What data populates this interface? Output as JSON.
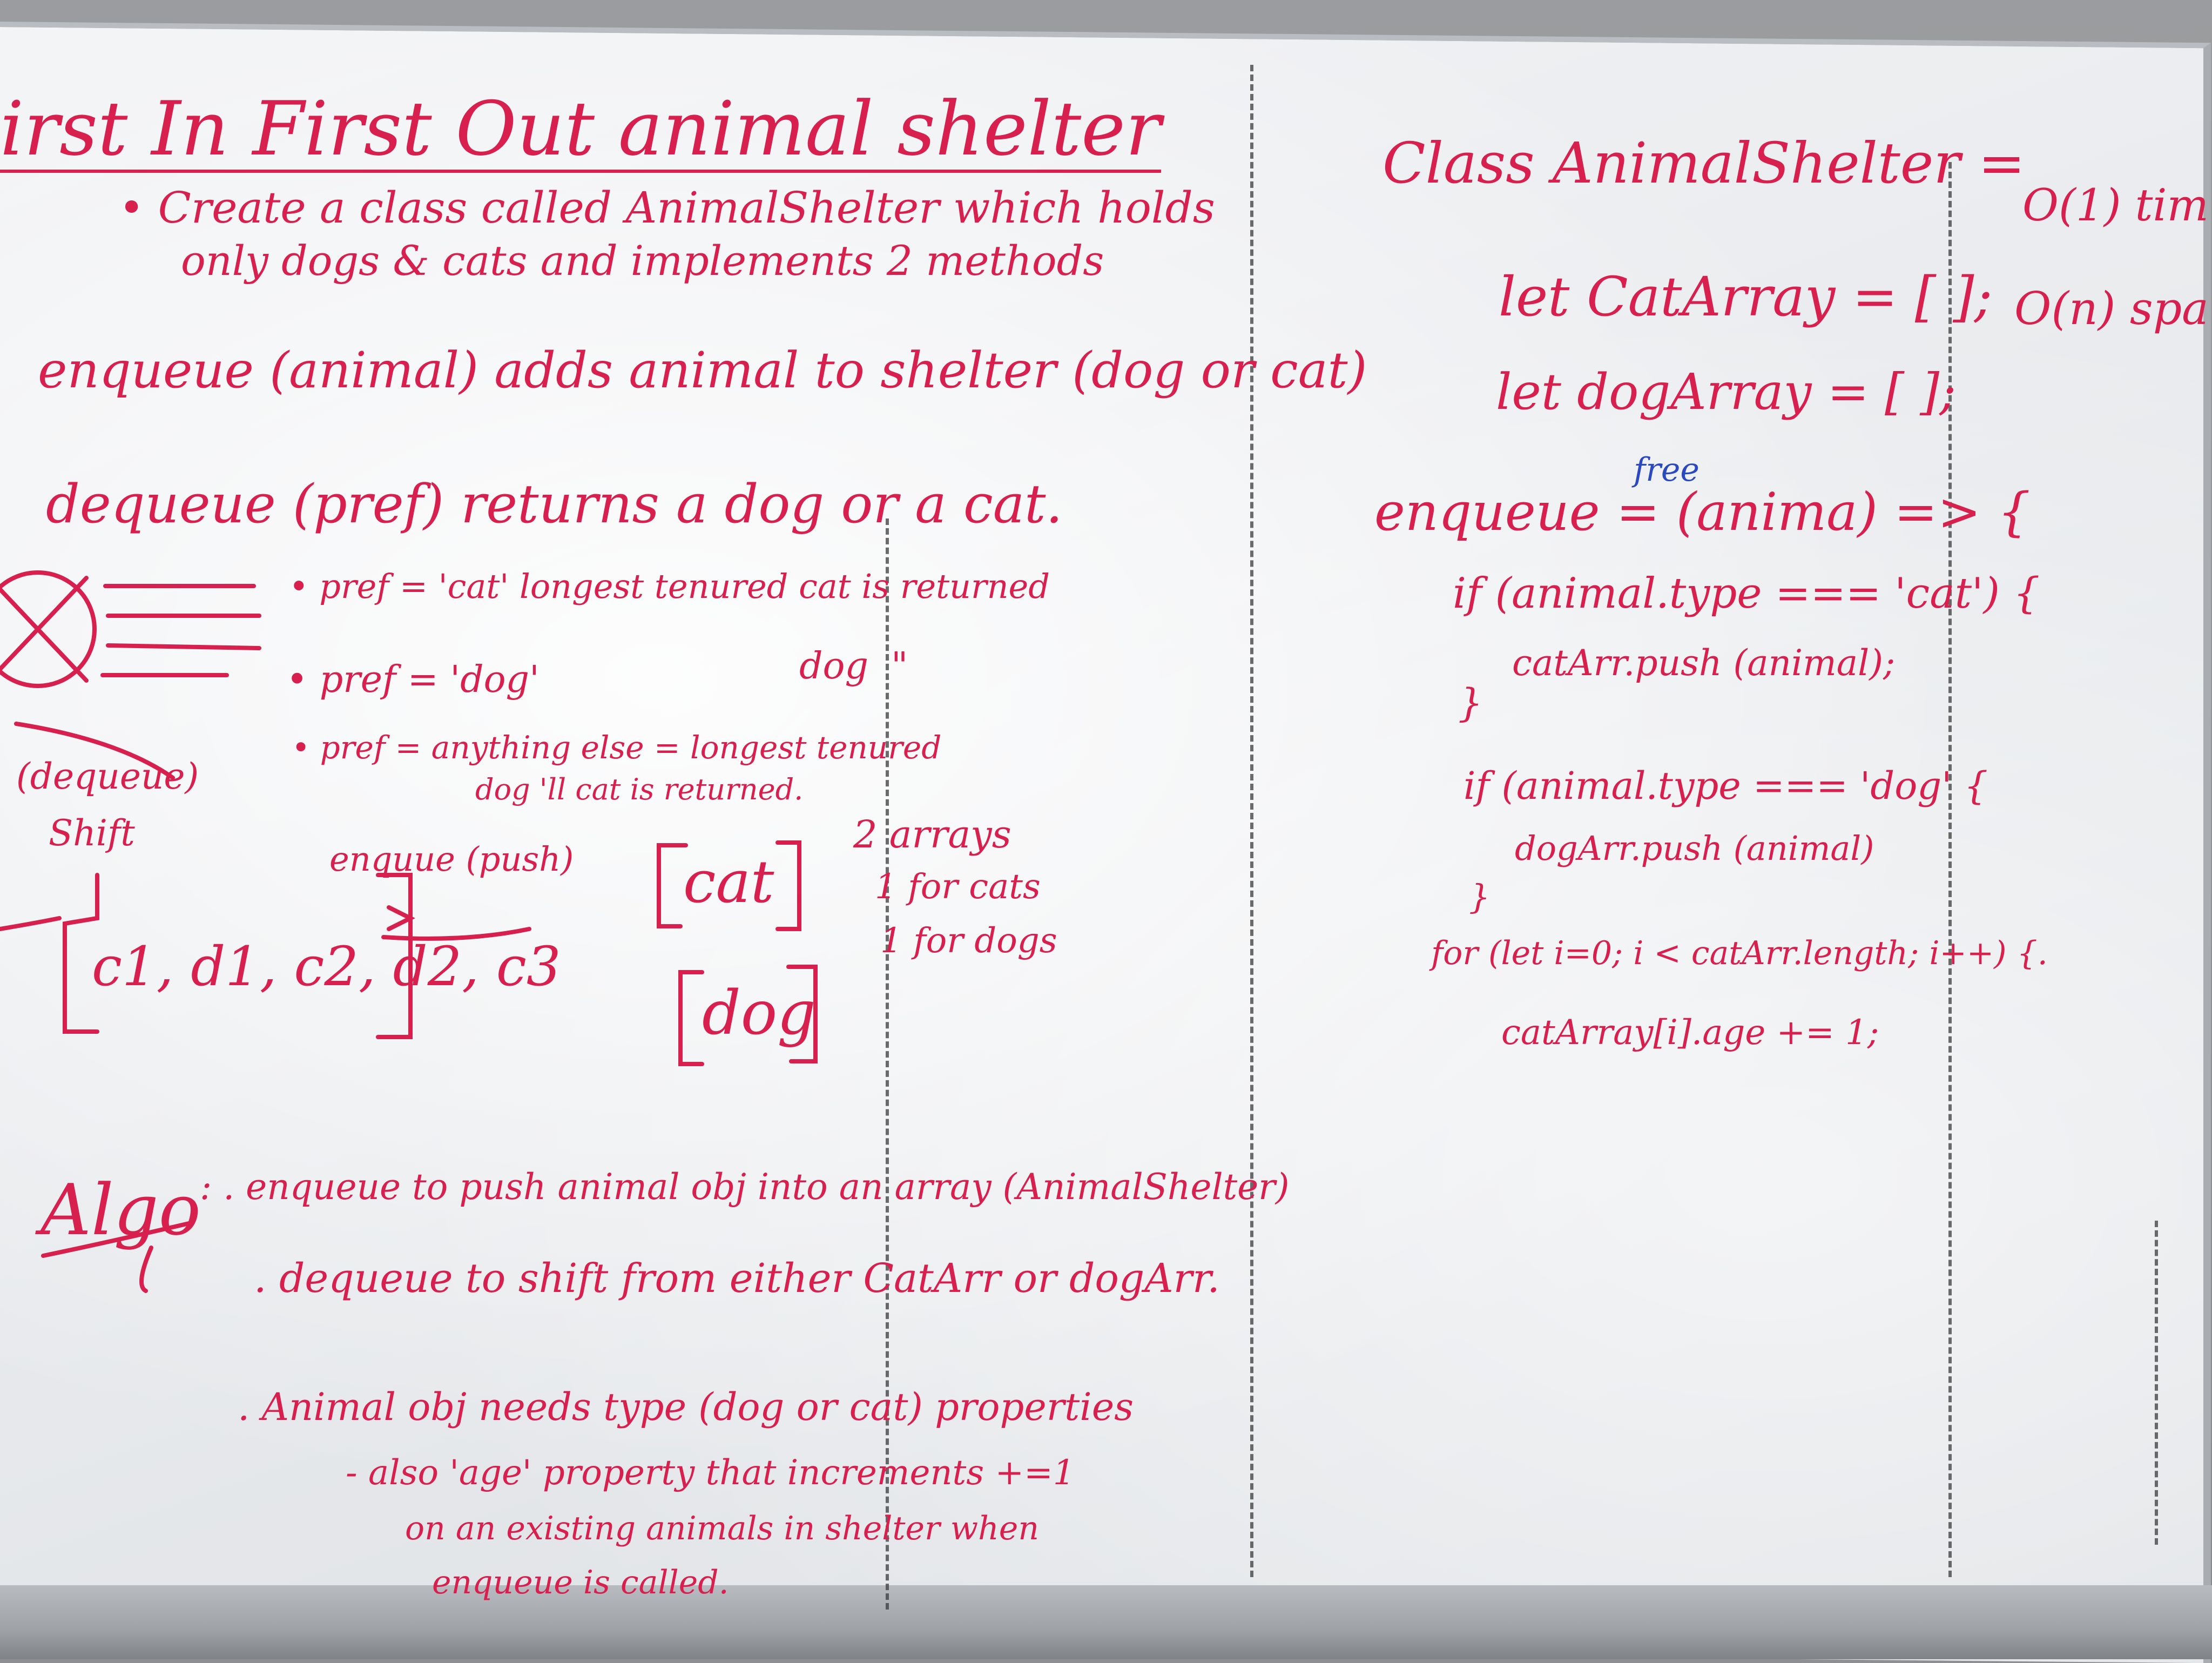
{
  "colors": {
    "marker_red": "#d8204f",
    "marker_blue": "#2a48c0",
    "board": "#eceef1"
  },
  "left": {
    "title": "irst In First Out animal shelter",
    "desc_line1": "• Create a class called AnimalShelter which holds",
    "desc_line2": "only dogs & cats and implements 2 methods",
    "enqueue_desc": "enqueue (animal) adds animal to shelter (dog or cat)",
    "dequeue_desc": "dequeue (pref) returns a dog or a cat.",
    "pref_cat": "• pref = 'cat' longest tenured cat is returned",
    "pref_dog": "• pref = 'dog'",
    "pref_dog_value": "dog",
    "ditto": "\"",
    "pref_else_line1": "• pref = anything else = longest tenured",
    "pref_else_line2": "dog 'll cat is returned.",
    "dequeue_shift_line1": "(dequeue)",
    "dequeue_shift_line2": "Shift",
    "enqueue_push": "enquue (push)",
    "queue_items": "c1, d1, c2, d2, c3",
    "cat_box": "cat",
    "dog_box": "dog",
    "arrays_line1": "2 arrays",
    "arrays_line2": "1 for cats",
    "arrays_line3": "1 for dogs",
    "algo_label": "Algo",
    "algo_step1": ": . enqueue to push animal obj into an array (AnimalShelter)",
    "algo_step2": ". dequeue to shift from either CatArr or dogArr.",
    "algo_step3": ". Animal obj needs type (dog or cat) properties",
    "algo_sub1": "- also 'age' property that increments +=1",
    "algo_sub2": "on an existing animals in shelter when",
    "algo_sub3": "enqueue is called."
  },
  "middle": {
    "class_line": "Class AnimalShelter =",
    "cat_array": "let CatArray = [ ];",
    "dog_array": "let dogArray = [ ];",
    "free_note": "free",
    "enqueue_line": "enqueue = (anima) => {",
    "if_cat": "if (animal.type === 'cat') {",
    "cat_push": "catArr.push (animal);",
    "close1": "}",
    "if_dog": "if (animal.type === 'dog' {",
    "dog_push": "dogArr.push (animal)",
    "close2": "}",
    "for_line": "for (let i=0; i < catArr.length; i++) {.",
    "age_line": "catArray[i].age += 1;"
  },
  "right": {
    "time": "O(1) tim",
    "space": "O(n) spa"
  }
}
